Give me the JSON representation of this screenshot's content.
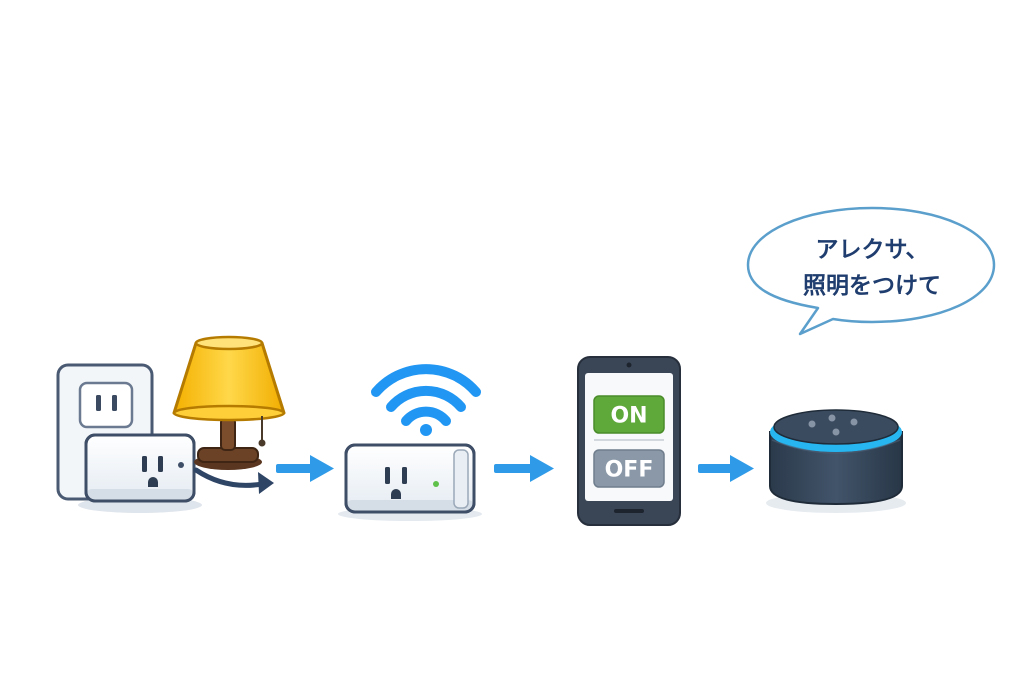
{
  "phone": {
    "on_label": "ON",
    "off_label": "OFF"
  },
  "speech_bubble": {
    "line1": "アレクサ、",
    "line2": "照明をつけて"
  },
  "colors": {
    "arrow": "#2f9be8",
    "wifi": "#2196f3",
    "on_button": "#5fa83a",
    "off_button": "#8a98a8",
    "speaker_ring": "#27b6f0",
    "speaker_body": "#364659",
    "lamp_shade": "#f7c21c",
    "lamp_base": "#6b4226",
    "bubble_text": "#1f3d6e"
  },
  "icons": [
    "wall-outlet-icon",
    "smart-plug-icon",
    "lamp-icon",
    "wifi-icon",
    "smartphone-icon",
    "smart-speaker-icon",
    "speech-bubble-icon",
    "arrow-right-icon"
  ]
}
